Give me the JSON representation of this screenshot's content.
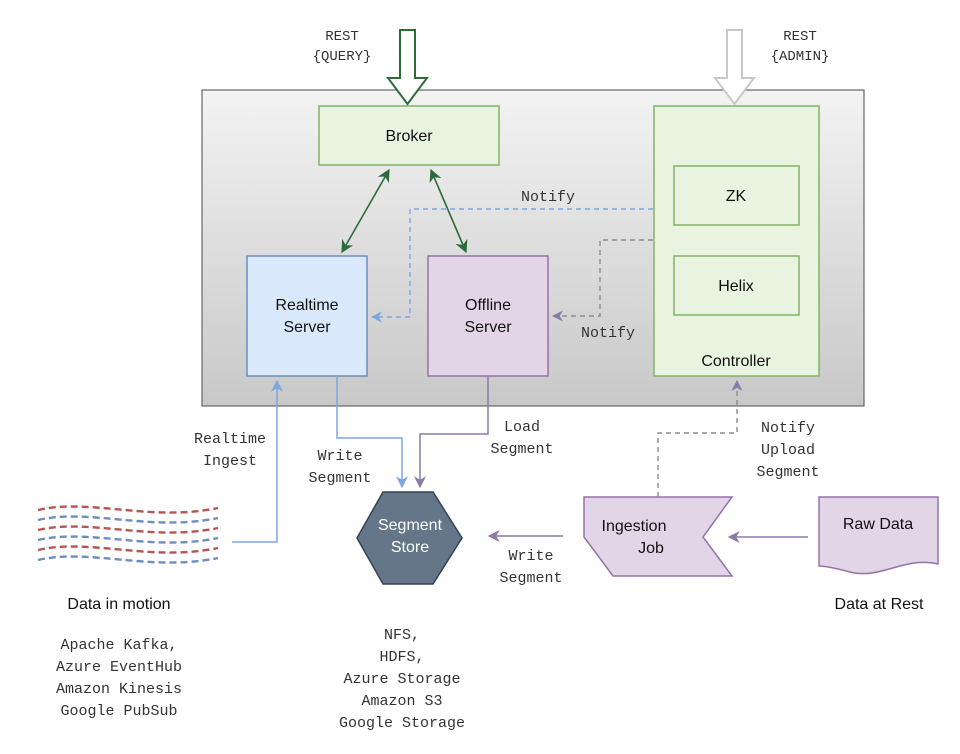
{
  "top_labels": {
    "rest_query": [
      "REST",
      "{QUERY}"
    ],
    "rest_admin": [
      "REST",
      "{ADMIN}"
    ]
  },
  "components": {
    "broker": "Broker",
    "zk": "ZK",
    "helix": "Helix",
    "controller": "Controller",
    "realtime_server": [
      "Realtime",
      "Server"
    ],
    "offline_server": [
      "Offline",
      "Server"
    ],
    "segment_store": [
      "Segment",
      "Store"
    ],
    "ingestion_job": [
      "Ingestion",
      "Job"
    ],
    "raw_data": "Raw Data"
  },
  "edge_labels": {
    "notify_realtime": "Notify",
    "notify_offline": "Notify",
    "realtime_ingest": [
      "Realtime",
      "Ingest"
    ],
    "write_segment_realtime": [
      "Write",
      "Segment"
    ],
    "load_segment": [
      "Load",
      "Segment"
    ],
    "notify_upload": [
      "Notify",
      "Upload",
      "Segment"
    ],
    "write_segment_job": [
      "Write",
      "Segment"
    ]
  },
  "captions": {
    "data_in_motion": "Data in motion",
    "data_at_rest": "Data at Rest"
  },
  "lists": {
    "streams": [
      "Apache Kafka,",
      "Azure EventHub",
      "Amazon Kinesis",
      "Google PubSub"
    ],
    "storage": [
      "NFS,",
      "HDFS,",
      "Azure Storage",
      "Amazon S3",
      "Google Storage"
    ]
  },
  "colors": {
    "cluster_top": "#f2f2f2",
    "cluster_bottom": "#c9c9c9",
    "green_fill": "#e8f3e0",
    "green_stroke": "#82b366",
    "blue_fill": "#dae8fc",
    "blue_stroke": "#6c8ebf",
    "purple_fill": "#e1d5e7",
    "purple_stroke": "#9673a6",
    "store_fill": "#647687",
    "arrow_green": "#2e6b3a",
    "arrow_blue": "#7ea6e0",
    "arrow_purple": "#8a7aa8",
    "arrow_gray": "#8c8c8c",
    "wave_red": "#b85450",
    "wave_blue": "#6c8ebf"
  }
}
